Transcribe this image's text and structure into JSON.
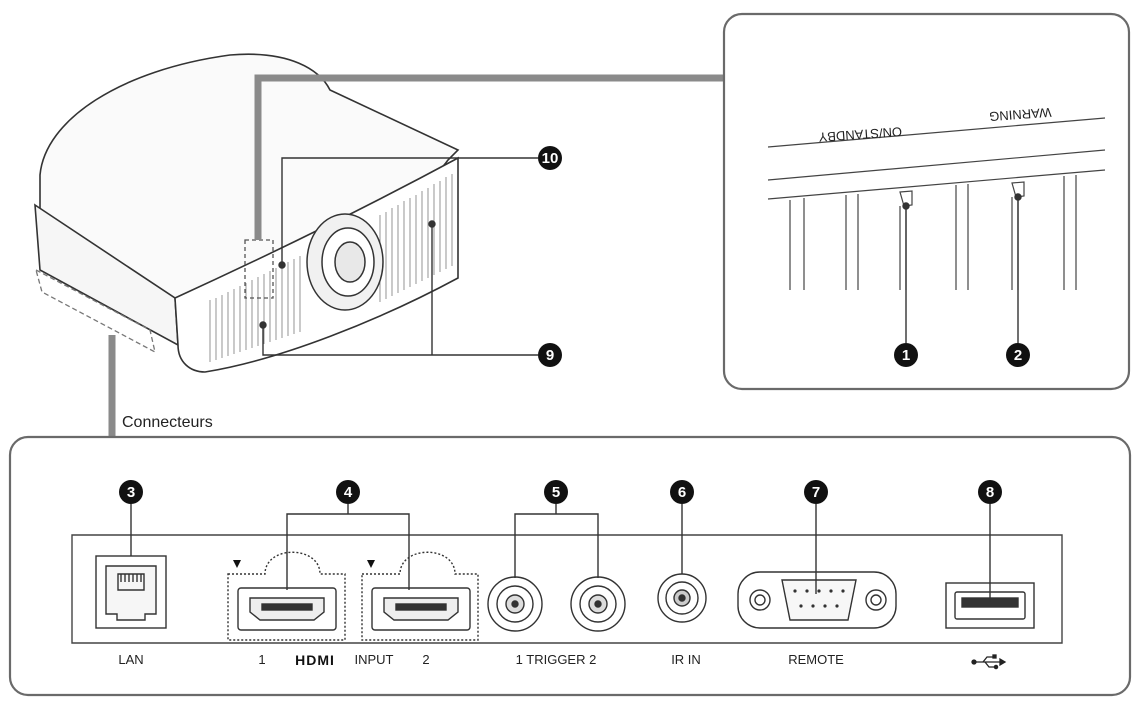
{
  "connectors_heading": "Connecteurs",
  "indicators": {
    "on_standby": "ON/STANDBY",
    "warning": "WARNING"
  },
  "callouts": [
    "1",
    "2",
    "3",
    "4",
    "5",
    "6",
    "7",
    "8",
    "9",
    "10"
  ],
  "ports": {
    "lan": "LAN",
    "hdmi_1": "1",
    "hdmi_logo": "HDMI",
    "hdmi_input": "INPUT",
    "hdmi_2": "2",
    "trigger": "1 TRIGGER 2",
    "ir_in": "IR IN",
    "remote": "REMOTE"
  },
  "icons": {
    "usb": "usb-icon",
    "hdmi_marker": "triangle-down-icon"
  },
  "colors": {
    "line": "#2a2a2a",
    "panel_border": "#6a6a6a",
    "callout_fill": "#111111",
    "connector_bar": "#8a8a8a"
  }
}
